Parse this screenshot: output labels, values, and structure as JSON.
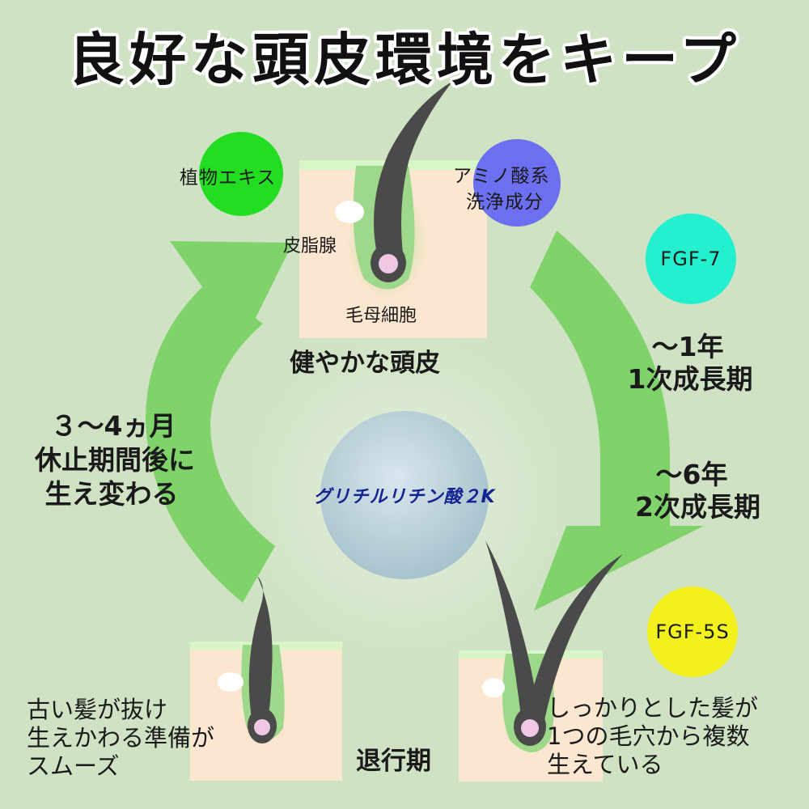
{
  "title": "良好な頭皮環境をキープ",
  "top": {
    "label_sebaceous": "皮脂腺",
    "label_papilla": "毛母細胞",
    "caption": "健やかな頭皮"
  },
  "badges": {
    "plant": "植物エキス",
    "amino_line1": "アミノ酸系",
    "amino_line2": "洗浄成分",
    "fgf7": "FGF-7",
    "fgf5s": "FGF-5S"
  },
  "right": {
    "phase1_line1": "～1年",
    "phase1_line2": "1次成長期",
    "phase2_line1": "～6年",
    "phase2_line2": "2次成長期"
  },
  "left": {
    "line1": "３～4ヵ月",
    "line2": "休止期間後に",
    "line3": "生え変わる"
  },
  "center": {
    "label": "グリチルリチン酸２K"
  },
  "bottom_left": {
    "line1": "古い髪が抜け",
    "line2": "生えかわる準備が",
    "line3": "スムーズ"
  },
  "bottom_center": {
    "caption": "退行期"
  },
  "bottom_right": {
    "line1": "しっかりとした髪が",
    "line2": "1つの毛穴から複数",
    "line3": "生えている"
  },
  "colors": {
    "background": "#cfe2c4",
    "arrow": "#7fd36a",
    "skin": "#fbe6d0",
    "skin_top": "#d8f5c8",
    "hair": "#4a4a4a",
    "papilla": "#f1c7e6",
    "plant_badge": "#22dd22",
    "amino_badge": "#6b6ff0",
    "fgf7_badge": "#22f0cf",
    "fgf5s_badge": "#f4f21c",
    "center_text": "#13238f"
  }
}
